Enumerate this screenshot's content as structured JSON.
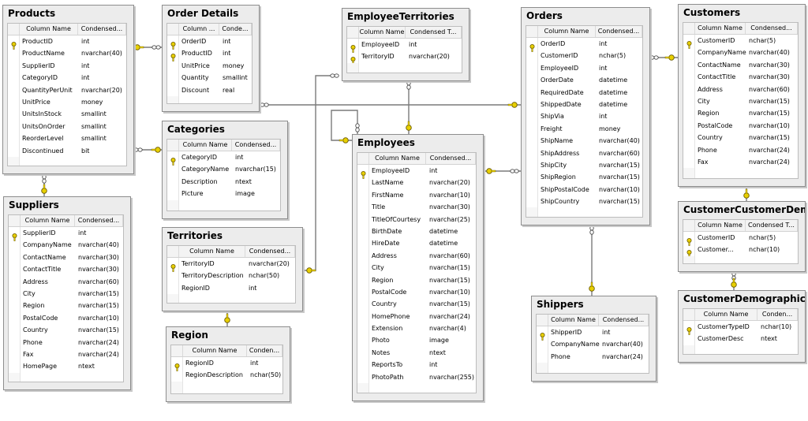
{
  "headers": {
    "column_name": "Column Name"
  },
  "tables": {
    "products": {
      "title": "Products",
      "type_header": "Condensed...",
      "columns": [
        {
          "name": "ProductID",
          "type": "int",
          "pk": true
        },
        {
          "name": "ProductName",
          "type": "nvarchar(40)"
        },
        {
          "name": "SupplierID",
          "type": "int"
        },
        {
          "name": "CategoryID",
          "type": "int"
        },
        {
          "name": "QuantityPerUnit",
          "type": "nvarchar(20)"
        },
        {
          "name": "UnitPrice",
          "type": "money"
        },
        {
          "name": "UnitsInStock",
          "type": "smallint"
        },
        {
          "name": "UnitsOnOrder",
          "type": "smallint"
        },
        {
          "name": "ReorderLevel",
          "type": "smallint"
        },
        {
          "name": "Discontinued",
          "type": "bit"
        }
      ]
    },
    "order_details": {
      "title": "Order Details",
      "name_header": "Column ...",
      "type_header": "Conde...",
      "columns": [
        {
          "name": "OrderID",
          "type": "int",
          "pk": true
        },
        {
          "name": "ProductID",
          "type": "int",
          "pk": true
        },
        {
          "name": "UnitPrice",
          "type": "money"
        },
        {
          "name": "Quantity",
          "type": "smallint"
        },
        {
          "name": "Discount",
          "type": "real"
        }
      ]
    },
    "employee_territories": {
      "title": "EmployeeTerritories",
      "type_header": "Condensed T...",
      "columns": [
        {
          "name": "EmployeeID",
          "type": "int",
          "pk": true
        },
        {
          "name": "TerritoryID",
          "type": "nvarchar(20)",
          "pk": true
        }
      ]
    },
    "orders": {
      "title": "Orders",
      "type_header": "Condensed...",
      "columns": [
        {
          "name": "OrderID",
          "type": "int",
          "pk": true
        },
        {
          "name": "CustomerID",
          "type": "nchar(5)"
        },
        {
          "name": "EmployeeID",
          "type": "int"
        },
        {
          "name": "OrderDate",
          "type": "datetime"
        },
        {
          "name": "RequiredDate",
          "type": "datetime"
        },
        {
          "name": "ShippedDate",
          "type": "datetime"
        },
        {
          "name": "ShipVia",
          "type": "int"
        },
        {
          "name": "Freight",
          "type": "money"
        },
        {
          "name": "ShipName",
          "type": "nvarchar(40)"
        },
        {
          "name": "ShipAddress",
          "type": "nvarchar(60)"
        },
        {
          "name": "ShipCity",
          "type": "nvarchar(15)"
        },
        {
          "name": "ShipRegion",
          "type": "nvarchar(15)"
        },
        {
          "name": "ShipPostalCode",
          "type": "nvarchar(10)"
        },
        {
          "name": "ShipCountry",
          "type": "nvarchar(15)"
        }
      ]
    },
    "customers": {
      "title": "Customers",
      "type_header": "Condensed...",
      "columns": [
        {
          "name": "CustomerID",
          "type": "nchar(5)",
          "pk": true
        },
        {
          "name": "CompanyName",
          "type": "nvarchar(40)"
        },
        {
          "name": "ContactName",
          "type": "nvarchar(30)"
        },
        {
          "name": "ContactTitle",
          "type": "nvarchar(30)"
        },
        {
          "name": "Address",
          "type": "nvarchar(60)"
        },
        {
          "name": "City",
          "type": "nvarchar(15)"
        },
        {
          "name": "Region",
          "type": "nvarchar(15)"
        },
        {
          "name": "PostalCode",
          "type": "nvarchar(10)"
        },
        {
          "name": "Country",
          "type": "nvarchar(15)"
        },
        {
          "name": "Phone",
          "type": "nvarchar(24)"
        },
        {
          "name": "Fax",
          "type": "nvarchar(24)"
        }
      ]
    },
    "categories": {
      "title": "Categories",
      "type_header": "Condensed...",
      "columns": [
        {
          "name": "CategoryID",
          "type": "int",
          "pk": true
        },
        {
          "name": "CategoryName",
          "type": "nvarchar(15)"
        },
        {
          "name": "Description",
          "type": "ntext"
        },
        {
          "name": "Picture",
          "type": "image"
        }
      ]
    },
    "employees": {
      "title": "Employees",
      "type_header": "Condensed...",
      "columns": [
        {
          "name": "EmployeeID",
          "type": "int",
          "pk": true
        },
        {
          "name": "LastName",
          "type": "nvarchar(20)"
        },
        {
          "name": "FirstName",
          "type": "nvarchar(10)"
        },
        {
          "name": "Title",
          "type": "nvarchar(30)"
        },
        {
          "name": "TitleOfCourtesy",
          "type": "nvarchar(25)"
        },
        {
          "name": "BirthDate",
          "type": "datetime"
        },
        {
          "name": "HireDate",
          "type": "datetime"
        },
        {
          "name": "Address",
          "type": "nvarchar(60)"
        },
        {
          "name": "City",
          "type": "nvarchar(15)"
        },
        {
          "name": "Region",
          "type": "nvarchar(15)"
        },
        {
          "name": "PostalCode",
          "type": "nvarchar(10)"
        },
        {
          "name": "Country",
          "type": "nvarchar(15)"
        },
        {
          "name": "HomePhone",
          "type": "nvarchar(24)"
        },
        {
          "name": "Extension",
          "type": "nvarchar(4)"
        },
        {
          "name": "Photo",
          "type": "image"
        },
        {
          "name": "Notes",
          "type": "ntext"
        },
        {
          "name": "ReportsTo",
          "type": "int"
        },
        {
          "name": "PhotoPath",
          "type": "nvarchar(255)"
        }
      ]
    },
    "suppliers": {
      "title": "Suppliers",
      "type_header": "Condensed...",
      "columns": [
        {
          "name": "SupplierID",
          "type": "int",
          "pk": true
        },
        {
          "name": "CompanyName",
          "type": "nvarchar(40)"
        },
        {
          "name": "ContactName",
          "type": "nvarchar(30)"
        },
        {
          "name": "ContactTitle",
          "type": "nvarchar(30)"
        },
        {
          "name": "Address",
          "type": "nvarchar(60)"
        },
        {
          "name": "City",
          "type": "nvarchar(15)"
        },
        {
          "name": "Region",
          "type": "nvarchar(15)"
        },
        {
          "name": "PostalCode",
          "type": "nvarchar(10)"
        },
        {
          "name": "Country",
          "type": "nvarchar(15)"
        },
        {
          "name": "Phone",
          "type": "nvarchar(24)"
        },
        {
          "name": "Fax",
          "type": "nvarchar(24)"
        },
        {
          "name": "HomePage",
          "type": "ntext"
        }
      ]
    },
    "territories": {
      "title": "Territories",
      "type_header": "Condensed...",
      "columns": [
        {
          "name": "TerritoryID",
          "type": "nvarchar(20)",
          "pk": true
        },
        {
          "name": "TerritoryDescription",
          "type": "nchar(50)"
        },
        {
          "name": "RegionID",
          "type": "int"
        }
      ]
    },
    "region": {
      "title": "Region",
      "type_header": "Conden...",
      "columns": [
        {
          "name": "RegionID",
          "type": "int",
          "pk": true
        },
        {
          "name": "RegionDescription",
          "type": "nchar(50)"
        }
      ]
    },
    "shippers": {
      "title": "Shippers",
      "type_header": "Condensed...",
      "columns": [
        {
          "name": "ShipperID",
          "type": "int",
          "pk": true
        },
        {
          "name": "CompanyName",
          "type": "nvarchar(40)"
        },
        {
          "name": "Phone",
          "type": "nvarchar(24)"
        }
      ]
    },
    "customer_customer_demo": {
      "title": "CustomerCustomerDemo",
      "type_header": "Condensed T...",
      "columns": [
        {
          "name": "CustomerID",
          "type": "nchar(5)",
          "pk": true
        },
        {
          "name": "Customer...",
          "type": "nchar(10)",
          "pk": true
        }
      ]
    },
    "customer_demographics": {
      "title": "CustomerDemographics",
      "type_header": "Conden...",
      "columns": [
        {
          "name": "CustomerTypeID",
          "type": "nchar(10)",
          "pk": true
        },
        {
          "name": "CustomerDesc",
          "type": "ntext"
        }
      ]
    }
  },
  "colors": {
    "line": "#7a7a7a",
    "key": "#e8d000",
    "key_outline": "#6b5a00"
  },
  "icons": {
    "primary_key": "key-icon",
    "relationship_many": "infinity-icon",
    "relationship_one": "key-icon"
  }
}
